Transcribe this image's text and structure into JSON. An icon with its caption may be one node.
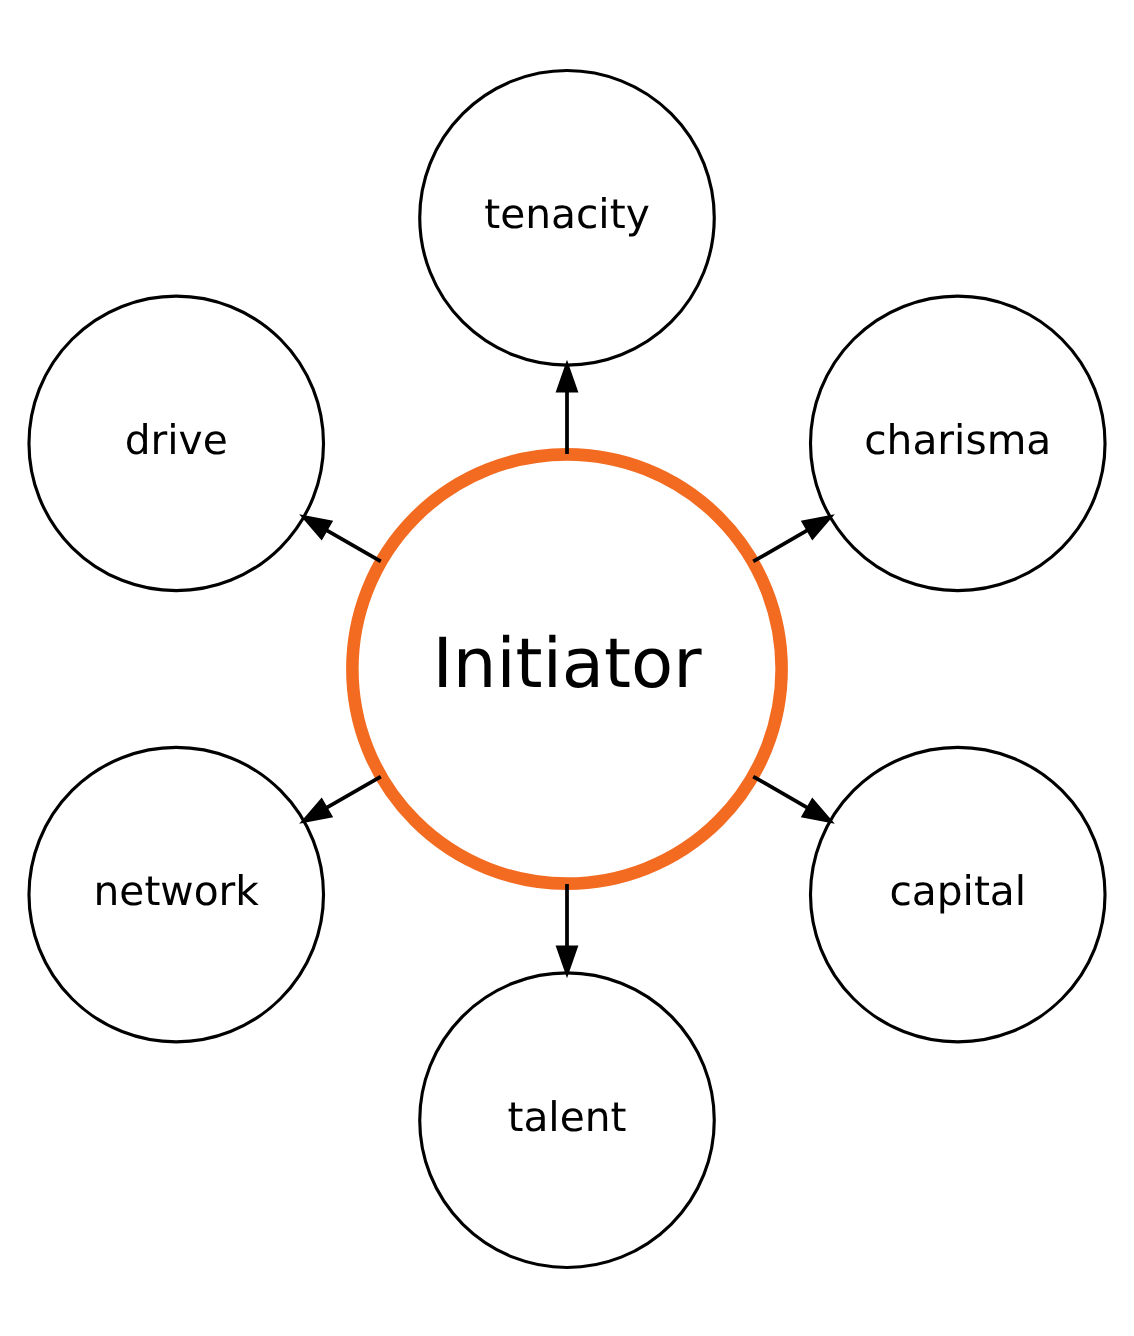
{
  "diagram": {
    "nodes": [
      {
        "text": [
          "charisma"
        ]
      },
      {
        "text": [
          "tenacity"
        ]
      },
      {
        "text": [
          "drive"
        ]
      },
      {
        "text": [
          "Initiator"
        ]
      },
      {
        "text": [
          "network"
        ]
      },
      {
        "text": [
          "talent"
        ]
      },
      {
        "text": [
          "capital"
        ]
      }
    ],
    "edges": [
      {
        "from": 3,
        "to": 0,
        "arrow": "to"
      },
      {
        "from": 3,
        "to": 2,
        "arrow": "to"
      },
      {
        "from": 3,
        "to": 5,
        "arrow": "to"
      },
      {
        "from": 3,
        "to": 6,
        "arrow": "to"
      },
      {
        "from": 3,
        "to": 4,
        "arrow": "to"
      },
      {
        "from": 3,
        "to": 1,
        "arrow": "to"
      }
    ]
  }
}
